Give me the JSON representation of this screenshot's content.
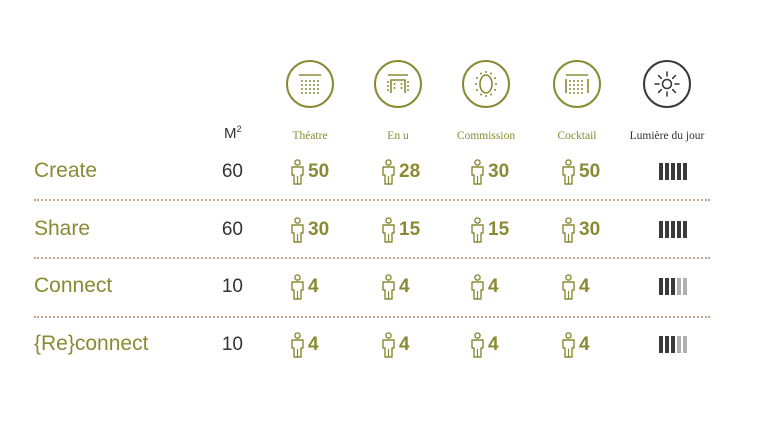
{
  "header": {
    "area_label": "M",
    "area_sup": "2",
    "columns": [
      {
        "label": "Théatre",
        "icon": "theatre-layout-icon"
      },
      {
        "label": "En u",
        "icon": "u-shape-layout-icon"
      },
      {
        "label": "Commission",
        "icon": "boardroom-layout-icon"
      },
      {
        "label": "Cocktail",
        "icon": "cocktail-layout-icon"
      },
      {
        "label": "Lumière du jour",
        "icon": "sun-icon"
      }
    ]
  },
  "rooms": [
    {
      "name": "Create",
      "area": "60",
      "theatre": "50",
      "u": "28",
      "commission": "30",
      "cocktail": "50",
      "daylight": 5
    },
    {
      "name": "Share",
      "area": "60",
      "theatre": "30",
      "u": "15",
      "commission": "15",
      "cocktail": "30",
      "daylight": 5
    },
    {
      "name": "Connect",
      "area": "10",
      "theatre": "4",
      "u": "4",
      "commission": "4",
      "cocktail": "4",
      "daylight": 3
    },
    {
      "name": "{Re}connect",
      "area": "10",
      "theatre": "4",
      "u": "4",
      "commission": "4",
      "cocktail": "4",
      "daylight": 3
    }
  ],
  "colors": {
    "accent": "#8a8a35",
    "dark": "#333333",
    "light_on": "#3a3a3a",
    "light_off": "#b0b0b0",
    "separator": "#c4a58a"
  }
}
